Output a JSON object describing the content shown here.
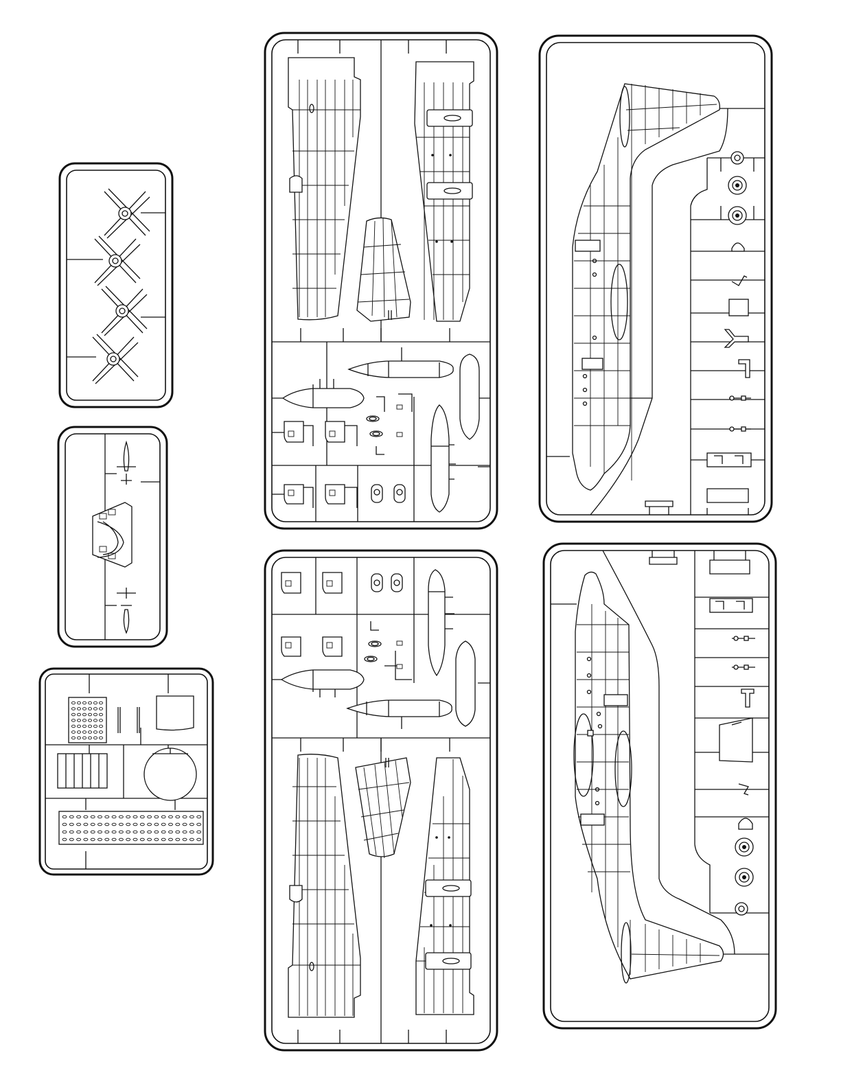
{
  "sheet": {
    "sprues": [
      {
        "id": "sprue-propellers"
      },
      {
        "id": "sprue-canopy-clear"
      },
      {
        "id": "sprue-cockpit-detail"
      },
      {
        "id": "sprue-wings-upper"
      },
      {
        "id": "sprue-wings-lower"
      },
      {
        "id": "sprue-fuselage-left"
      },
      {
        "id": "sprue-fuselage-right"
      }
    ],
    "stroke_color": "#111111",
    "background_color": "#ffffff"
  }
}
